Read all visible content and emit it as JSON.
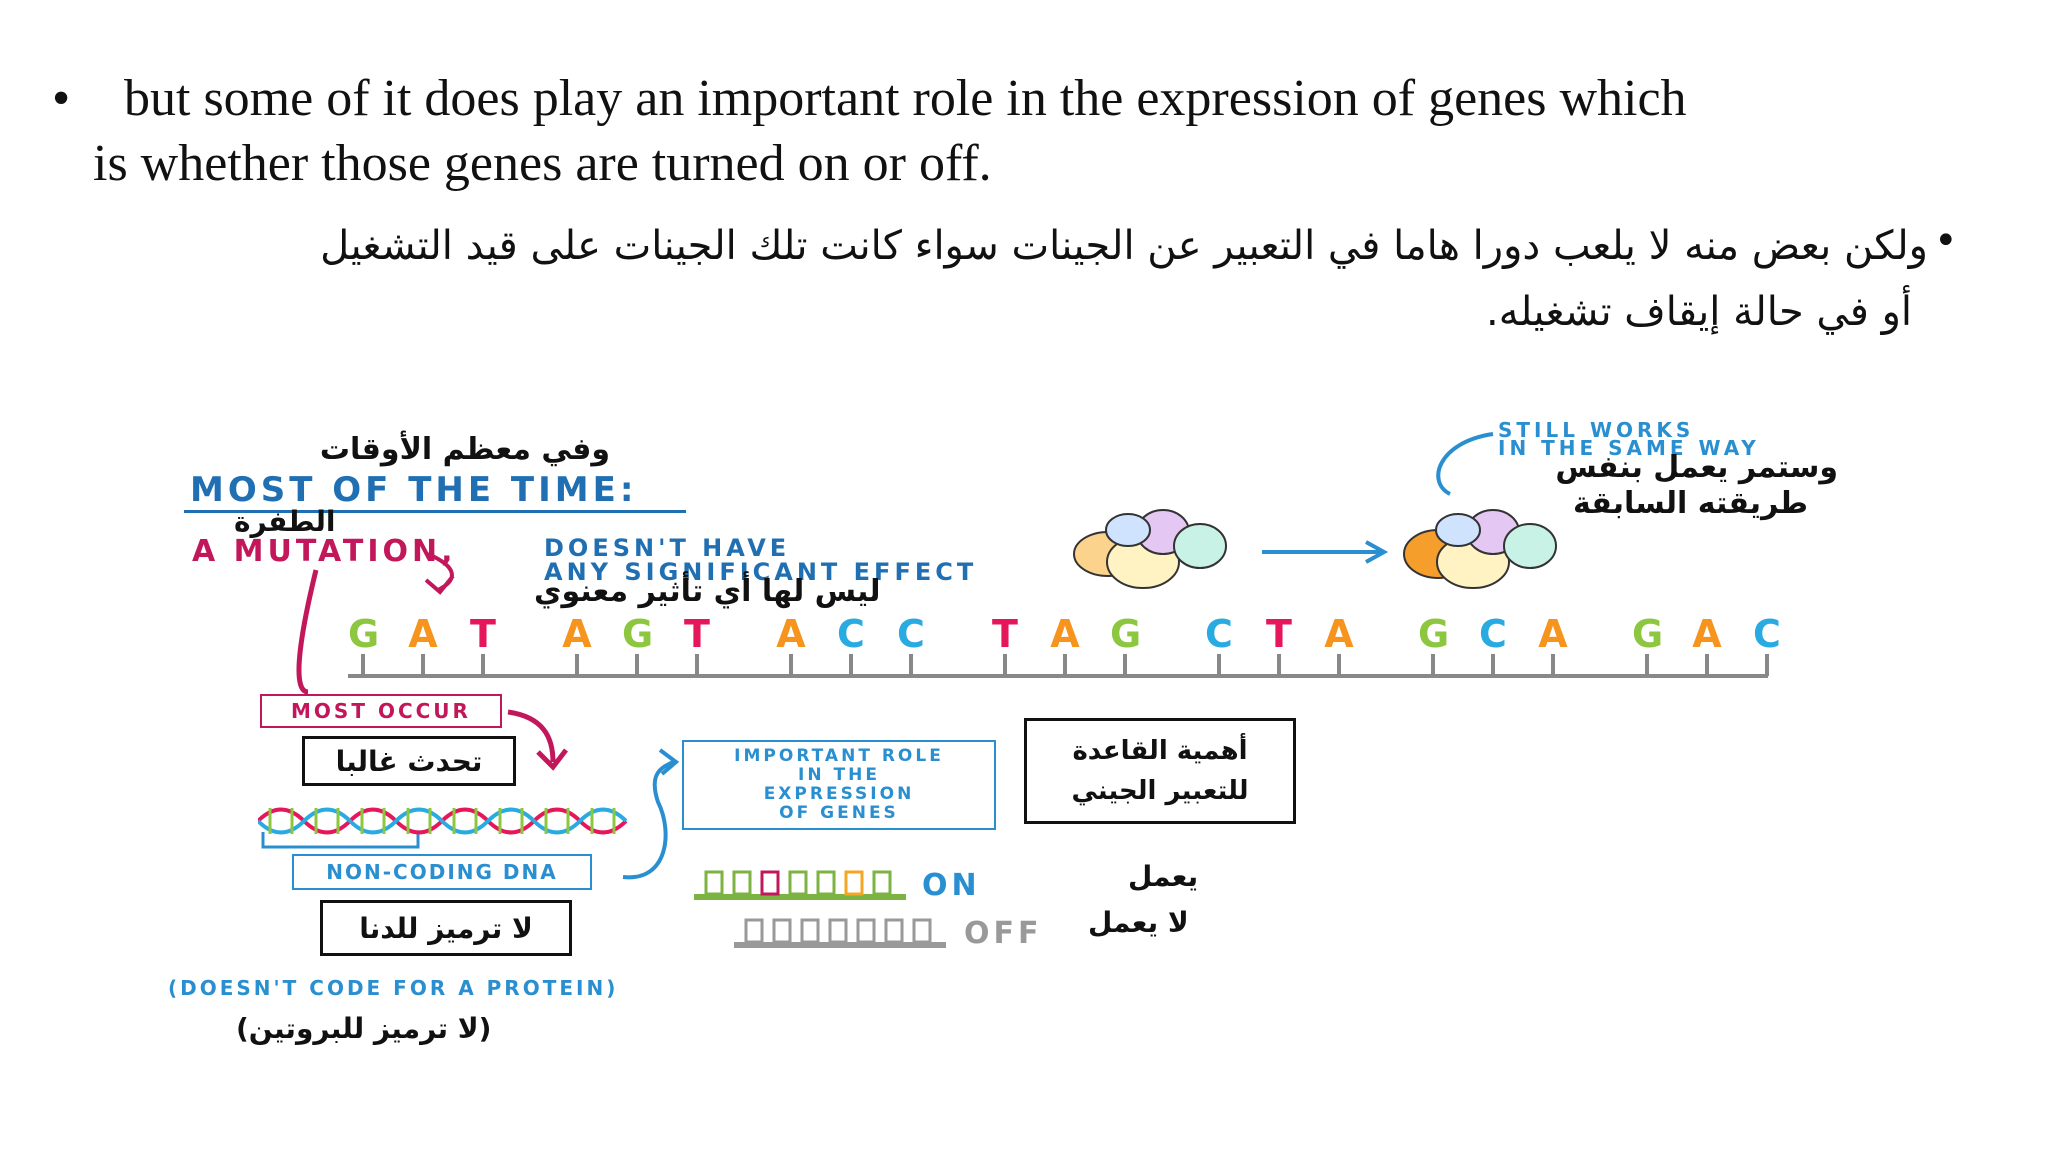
{
  "bullets": {
    "english_marker": "•",
    "english_line1": "but some of it does play an important role in the expression of genes which",
    "english_line2": "is whether those genes are turned on or off.",
    "arabic_marker": "•",
    "arabic_line1": "ولكن بعض منه لا يلعب دورا هاما في التعبير عن الجينات سواء كانت تلك الجينات على قيد التشغيل",
    "arabic_line2": "أو في حالة إيقاف تشغيله."
  },
  "diagram": {
    "arabic_most_time": "وفي معظم الأوقات",
    "most_of_the_time": "MOST OF THE TIME:",
    "arabic_mutation": "الطفرة",
    "a_mutation": "A MUTATION,",
    "doesnt_have_line1": "DOESN'T HAVE",
    "doesnt_have_line2": "ANY SIGNIFICANT EFFECT",
    "arabic_no_effect": "ليس لها أي تأثير معنوي",
    "still_works_line1": "STILL WORKS",
    "still_works_line2": "IN THE SAME WAY",
    "arabic_still_works_line1": "وستمر يعمل بنفس",
    "arabic_still_works_line2": "طريقته السابقة",
    "codons": [
      {
        "letters": [
          "G",
          "A",
          "T"
        ],
        "colors": [
          "#8dc63f",
          "#f7941d",
          "#e5175a"
        ]
      },
      {
        "letters": [
          "A",
          "G",
          "T"
        ],
        "colors": [
          "#f7941d",
          "#8dc63f",
          "#e5175a"
        ]
      },
      {
        "letters": [
          "A",
          "C",
          "C"
        ],
        "colors": [
          "#f7941d",
          "#29abe2",
          "#29abe2"
        ]
      },
      {
        "letters": [
          "T",
          "A",
          "G"
        ],
        "colors": [
          "#e5175a",
          "#f7941d",
          "#8dc63f"
        ]
      },
      {
        "letters": [
          "C",
          "T",
          "A"
        ],
        "colors": [
          "#29abe2",
          "#e5175a",
          "#f7941d"
        ]
      },
      {
        "letters": [
          "G",
          "C",
          "A"
        ],
        "colors": [
          "#8dc63f",
          "#29abe2",
          "#f7941d"
        ]
      },
      {
        "letters": [
          "G",
          "A",
          "C"
        ],
        "colors": [
          "#8dc63f",
          "#f7941d",
          "#29abe2"
        ]
      }
    ],
    "most_occur": "MOST OCCUR",
    "arabic_most_occur": "تحدث غالبا",
    "non_coding_dna": "NON-CODING DNA",
    "arabic_non_coding": "لا ترميز للدنا",
    "doesnt_code": "(DOESN'T CODE FOR A PROTEIN)",
    "arabic_doesnt_code": "(لا ترميز للبروتين)",
    "important_role": [
      "IMPORTANT ROLE",
      "IN THE",
      "EXPRESSION",
      "OF GENES"
    ],
    "arabic_importance_line1": "أهمية القاعدة",
    "arabic_importance_line2": "للتعبير الجيني",
    "on_label": "ON",
    "off_label": "OFF",
    "arabic_on": "يعمل",
    "arabic_off": "لا يعمل",
    "colors": {
      "pink": "#c2185b",
      "blue": "#2a8fd0",
      "green": "#7cb342",
      "orange": "#f5a623",
      "purple": "#a57bd6",
      "navy": "#1f6fb2"
    },
    "icons": [
      "enzyme-complex-icon",
      "dna-helix-icon",
      "gene-switch-icon"
    ]
  }
}
